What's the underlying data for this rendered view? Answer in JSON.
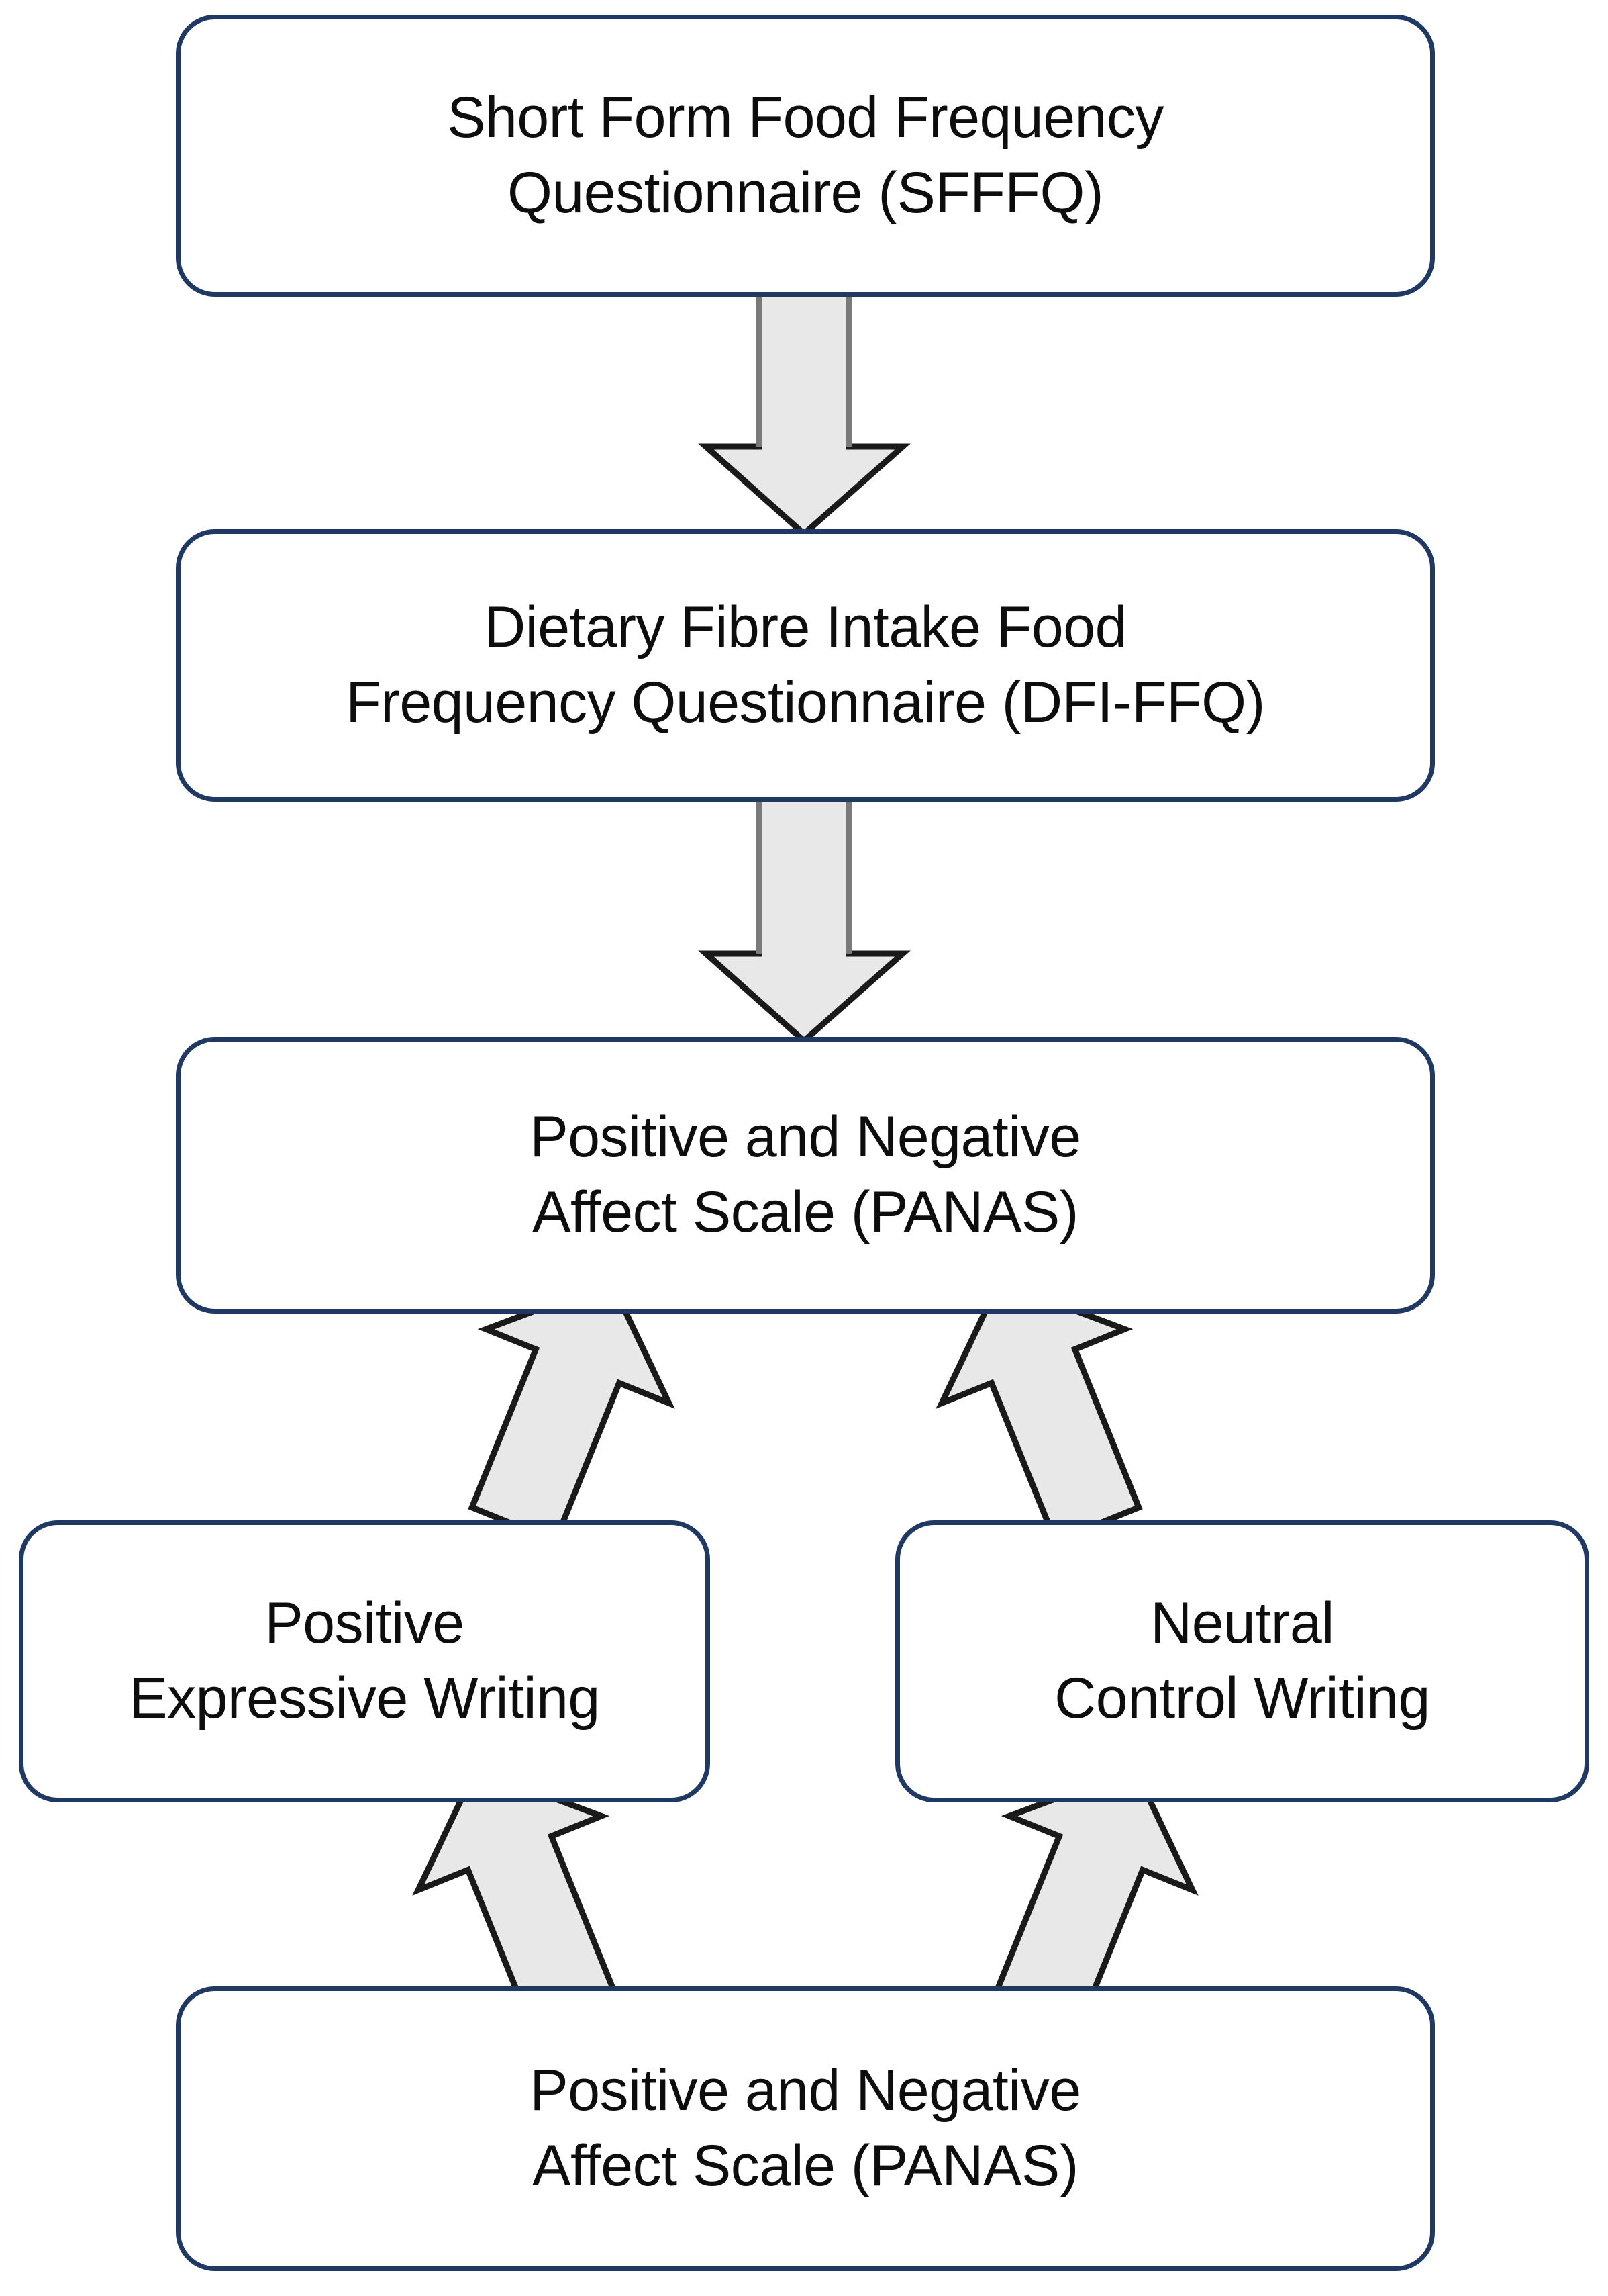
{
  "diagram": {
    "type": "flowchart",
    "orientation": "top-to-bottom",
    "background_color": "#FFFFFF",
    "node_border_color": "#1F3864",
    "node_fill_color": "#FFFFFF",
    "arrow_fill_color": "#E8E8E8",
    "arrow_stroke_color": "#000000",
    "text_color": "#0D0D0D",
    "nodes": [
      {
        "id": "sfffq",
        "name": "short-form-food-frequency-questionnaire",
        "lines": [
          "Short Form Food Frequency",
          "Questionnaire (SFFFQ)"
        ],
        "row": 1
      },
      {
        "id": "dfiffq",
        "name": "dietary-fibre-intake-food-frequency-questionnaire",
        "lines": [
          "Dietary Fibre Intake Food",
          "Frequency Questionnaire (DFI-FFQ)"
        ],
        "row": 2
      },
      {
        "id": "panas_pre",
        "name": "positive-and-negative-affect-scale-pre",
        "lines": [
          "Positive and Negative",
          "Affect Scale (PANAS)"
        ],
        "row": 3
      },
      {
        "id": "positive_writing",
        "name": "positive-expressive-writing",
        "lines": [
          "Positive",
          "Expressive Writing"
        ],
        "row": 4,
        "branch": "left"
      },
      {
        "id": "neutral_writing",
        "name": "neutral-control-writing",
        "lines": [
          "Neutral",
          "Control Writing"
        ],
        "row": 4,
        "branch": "right"
      },
      {
        "id": "panas_post",
        "name": "positive-and-negative-affect-scale-post",
        "lines": [
          "Positive and Negative",
          "Affect Scale (PANAS)"
        ],
        "row": 5
      }
    ],
    "arrows": [
      {
        "id": "arrow_sfffq_to_dfiffq",
        "from": "sfffq",
        "to": "dfiffq",
        "direction": "down"
      },
      {
        "id": "arrow_dfiffq_to_panas_pre",
        "from": "dfiffq",
        "to": "panas_pre",
        "direction": "down"
      },
      {
        "id": "arrow_panas_pre_to_positive",
        "from": "panas_pre",
        "to": "positive_writing",
        "direction": "down-left"
      },
      {
        "id": "arrow_panas_pre_to_neutral",
        "from": "panas_pre",
        "to": "neutral_writing",
        "direction": "down-right"
      },
      {
        "id": "arrow_positive_to_panas_post",
        "from": "positive_writing",
        "to": "panas_post",
        "direction": "down-right"
      },
      {
        "id": "arrow_neutral_to_panas_post",
        "from": "neutral_writing",
        "to": "panas_post",
        "direction": "down-left"
      }
    ]
  }
}
